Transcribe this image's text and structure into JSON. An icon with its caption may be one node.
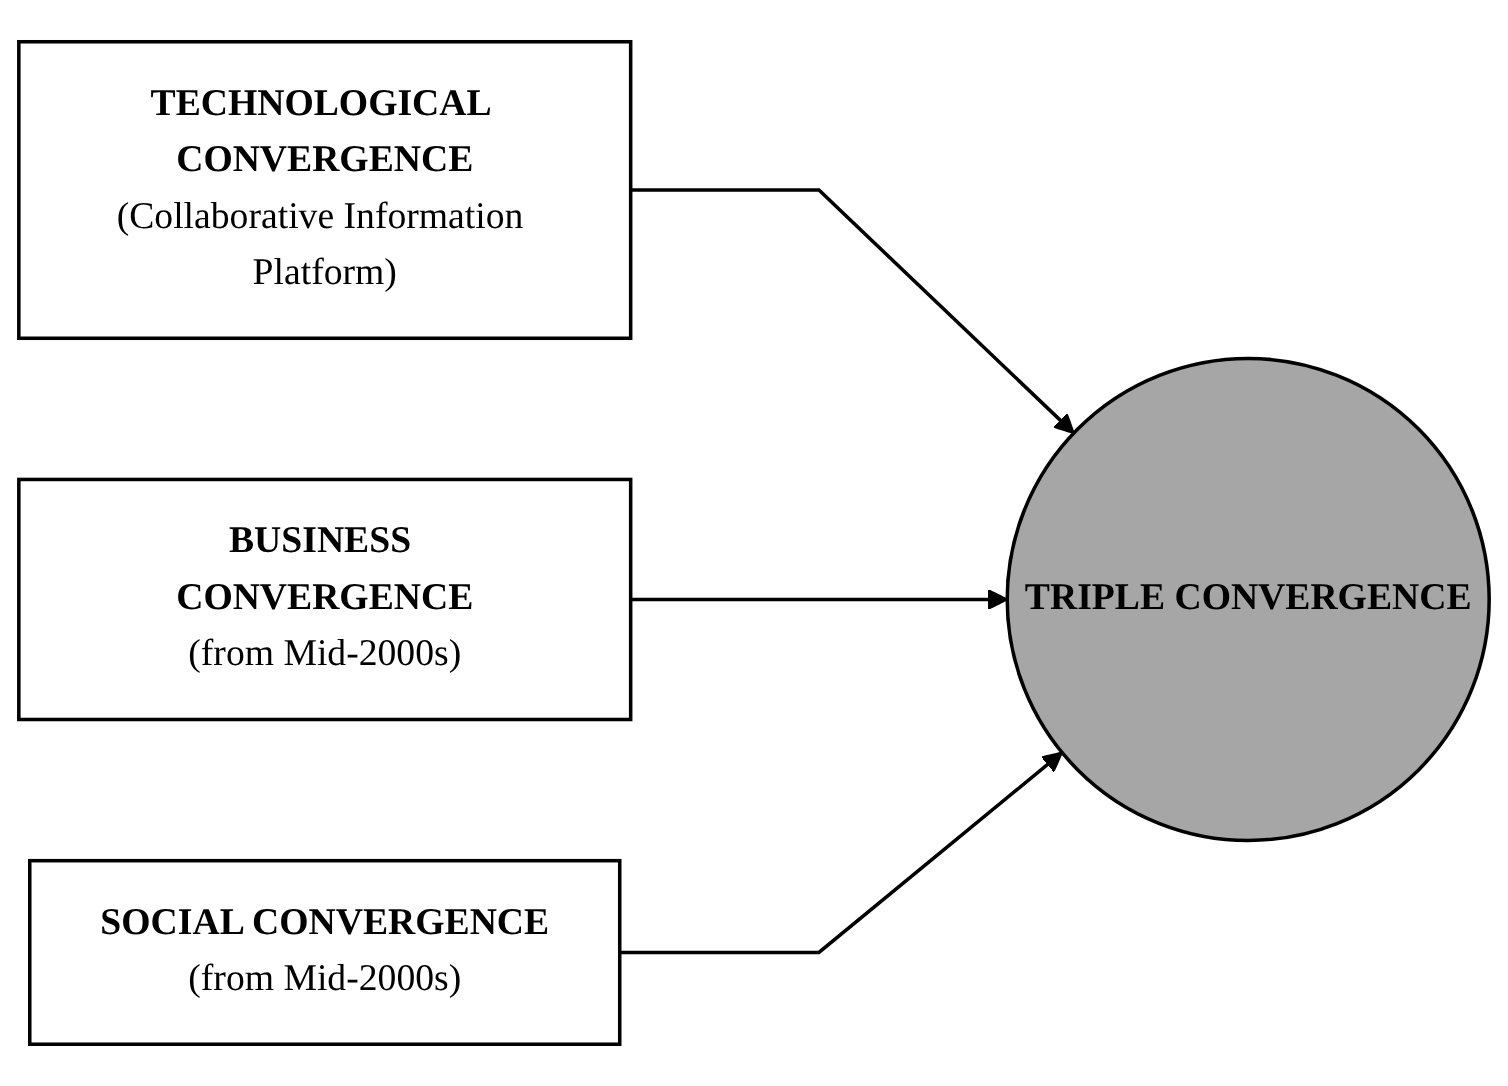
{
  "diagram": {
    "nodes": [
      {
        "text": [
          "TECHNOLOGICAL CONVERGENCE",
          "(Collaborative Information Platform)"
        ]
      },
      {
        "text": [
          "BUSINESS CONVERGENCE",
          "(from Mid-2000s)"
        ]
      },
      {
        "text": [
          "SOCIAL CONVERGENCE",
          "(from Mid-2000s)"
        ]
      },
      {
        "text": [
          "TRIPLE CONVERGENCE"
        ]
      }
    ],
    "edges": [
      {
        "from": 0,
        "to": 3,
        "arrow": "to"
      },
      {
        "from": 1,
        "to": 3,
        "arrow": "to"
      },
      {
        "from": 2,
        "to": 3,
        "arrow": "to"
      }
    ]
  }
}
